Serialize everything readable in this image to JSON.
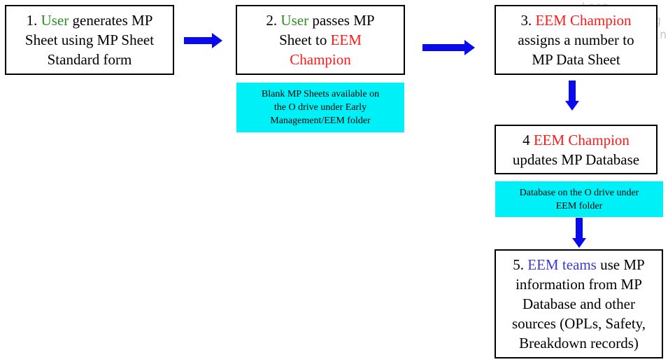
{
  "watermark": {
    "line1": "Lean",
    "line2": "uring",
    "line3": "online"
  },
  "step1": {
    "prefix": "1. ",
    "actor": "User",
    "rest1": " generates MP",
    "line2": "Sheet using MP Sheet",
    "line3": "Standard form"
  },
  "step2": {
    "prefix": "2. ",
    "actor": "User",
    "rest1": " passes MP",
    "line2_pre": "Sheet to ",
    "line2_actor": "EEM",
    "line3": "Champion"
  },
  "step3": {
    "prefix": "3. ",
    "actor": "EEM Champion",
    "line2": "assigns a number to",
    "line3": "MP Data Sheet"
  },
  "step4": {
    "prefix": "4 ",
    "actor": "EEM Champion",
    "line2": "updates MP Database"
  },
  "step5": {
    "prefix": "5. ",
    "actor": "EEM teams",
    "rest1": " use MP",
    "line2": "information from MP",
    "line3": "Database and other",
    "line4": "sources (OPLs, Safety,",
    "line5": "Breakdown records)"
  },
  "note1": {
    "line1": "Blank MP Sheets available on",
    "line2": "the O drive under Early",
    "line3": "Management/EEM folder"
  },
  "note2": {
    "line1": "Database on the O drive under",
    "line2": "EEM folder"
  },
  "colors": {
    "user": "#2e8b24",
    "champion": "#ff1a1a",
    "teams": "#3a3ad0",
    "note_bg": "#00f0f8",
    "arrow": "#0a0aee"
  }
}
